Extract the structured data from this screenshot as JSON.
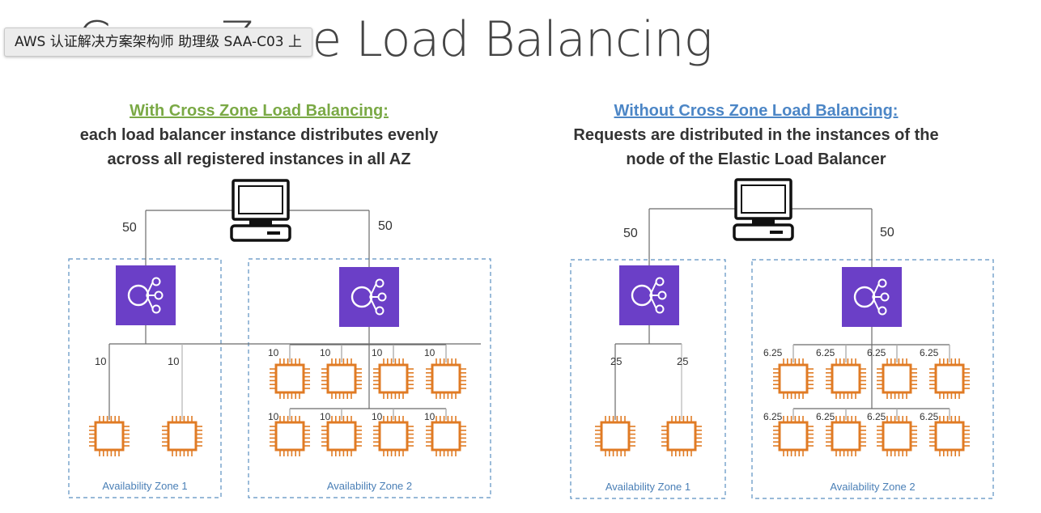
{
  "slide": {
    "title": "Cross Zone Load Balancing"
  },
  "tooltip": {
    "text": "AWS 认证解决方案架构师 助理级 SAA-C03 上"
  },
  "left_panel": {
    "heading": "With Cross Zone Load Balancing:",
    "subheading_line1": "each load balancer instance distributes evenly",
    "subheading_line2": "across all registered instances in all AZ",
    "client_to_lb1": "50",
    "client_to_lb2": "50",
    "az1": {
      "label": "Availability Zone 1",
      "instance_labels": [
        "10",
        "10"
      ]
    },
    "az2": {
      "label": "Availability Zone 2",
      "instance_labels": [
        "10",
        "10",
        "10",
        "10",
        "10",
        "10",
        "10",
        "10"
      ]
    }
  },
  "right_panel": {
    "heading": "Without Cross Zone Load Balancing:",
    "subheading_line1": "Requests are distributed in the instances of the",
    "subheading_line2": "node of the Elastic Load Balancer",
    "client_to_lb1": "50",
    "client_to_lb2": "50",
    "az1": {
      "label": "Availability Zone 1",
      "instance_labels": [
        "25",
        "25"
      ]
    },
    "az2": {
      "label": "Availability Zone 2",
      "instance_labels": [
        "6.25",
        "6.25",
        "6.25",
        "6.25",
        "6.25",
        "6.25",
        "6.25",
        "6.25"
      ]
    }
  },
  "colors": {
    "lb_fill": "#6b3fc7",
    "instance_stroke": "#e07b24",
    "zone_border": "#5a8fc0",
    "zone_label": "#4a7fb6",
    "line": "#6b6b6b",
    "heading_with": "#7aa945",
    "heading_without": "#4c86c6"
  },
  "icons": {
    "client": "desktop-computer-icon",
    "load_balancer": "elastic-load-balancer-icon",
    "instance": "ec2-instance-chip-icon"
  }
}
